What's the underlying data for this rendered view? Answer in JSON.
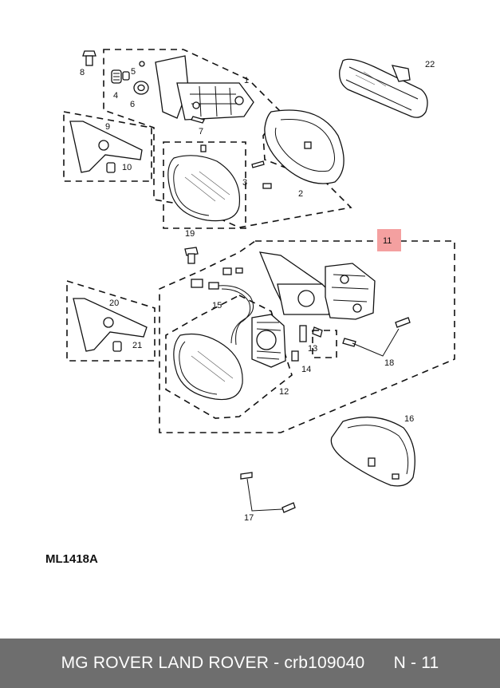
{
  "diagram": {
    "callouts": [
      "1",
      "2",
      "3",
      "4",
      "5",
      "6",
      "7",
      "8",
      "9",
      "10",
      "11",
      "12",
      "13",
      "14",
      "15",
      "16",
      "17",
      "18",
      "19",
      "20",
      "21",
      "22"
    ],
    "highlighted_callout": "11",
    "highlight_color": "#f4a0a0",
    "reference_code": "ML1418A"
  },
  "footer": {
    "text": "MG ROVER LAND ROVER - crb109040      N - 11",
    "background": "#6e6e6e"
  }
}
